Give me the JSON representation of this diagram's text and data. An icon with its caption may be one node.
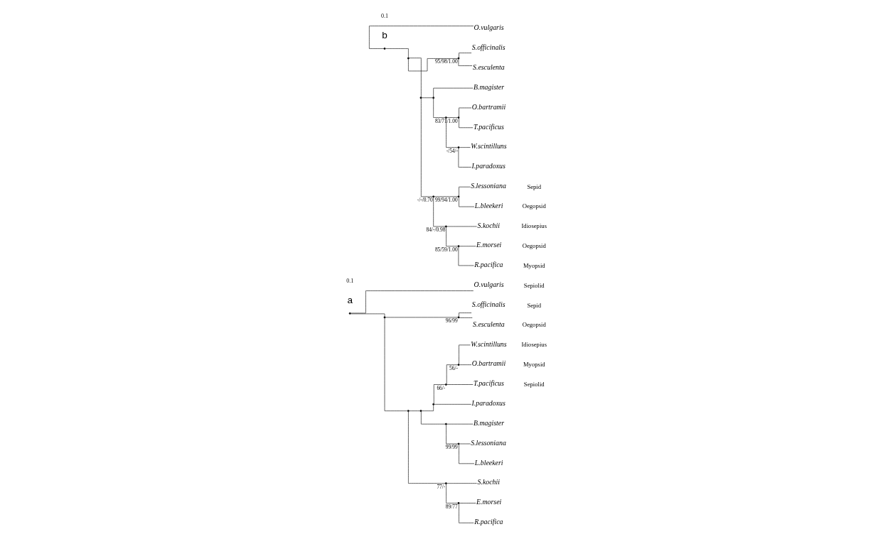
{
  "diagram": {
    "nodes": [
      {
        "text": [],
        "shape": "point"
      },
      {
        "text": [
          "O.vulgaris"
        ]
      },
      {
        "text": [],
        "shape": "point"
      },
      {
        "text": [],
        "shape": "point",
        "beside": [
          "96/99"
        ]
      },
      {
        "text": [
          "S.officinalis"
        ]
      },
      {
        "text": [
          "S.esculenta"
        ]
      },
      {
        "text": [],
        "shape": "point"
      },
      {
        "text": [],
        "shape": "point"
      },
      {
        "text": [],
        "shape": "point"
      },
      {
        "text": [],
        "shape": "point",
        "beside": [
          "66/-"
        ]
      },
      {
        "text": [],
        "shape": "point",
        "beside": [
          "56/-"
        ]
      },
      {
        "text": [
          "W.scintilluns"
        ]
      },
      {
        "text": [
          "O.bartramii"
        ]
      },
      {
        "text": [
          "T.pacificus"
        ]
      },
      {
        "text": [
          "I.paradoxus"
        ]
      },
      {
        "text": [],
        "shape": "point"
      },
      {
        "text": [
          "B.magister"
        ]
      },
      {
        "text": [],
        "shape": "point",
        "beside": [
          "99/99"
        ]
      },
      {
        "text": [
          "S.lessoniana"
        ]
      },
      {
        "text": [
          "L.bleekeri"
        ]
      },
      {
        "text": [],
        "shape": "point",
        "beside": [
          "77/-"
        ]
      },
      {
        "text": [
          "S.kochii"
        ]
      },
      {
        "text": [],
        "shape": "point",
        "beside": [
          "89/77"
        ]
      },
      {
        "text": [
          "E.morsei"
        ]
      },
      {
        "text": [
          "R.pacifica"
        ]
      },
      {
        "text": [],
        "shape": "point"
      },
      {
        "text": [
          "O.vulgaris"
        ]
      },
      {
        "text": [],
        "shape": "point"
      },
      {
        "text": [],
        "shape": "point",
        "beside": [
          "95/98/1.00"
        ]
      },
      {
        "text": [
          "S.officinalis"
        ]
      },
      {
        "text": [
          "S.esculenta"
        ]
      },
      {
        "text": [],
        "shape": "point"
      },
      {
        "text": [],
        "shape": "point"
      },
      {
        "text": [
          "B.magister"
        ]
      },
      {
        "text": [],
        "shape": "point"
      },
      {
        "text": [],
        "shape": "point",
        "beside": [
          "83/71/1.00"
        ]
      },
      {
        "text": [
          "O.bartramii"
        ]
      },
      {
        "text": [
          "T.pacificus"
        ]
      },
      {
        "text": [],
        "shape": "point",
        "beside": [
          "-/54/-"
        ]
      },
      {
        "text": [
          "W.scintilluns"
        ]
      },
      {
        "text": [
          "I.paradoxus"
        ]
      },
      {
        "text": [],
        "shape": "point",
        "beside": [
          "-/-/0.70"
        ]
      },
      {
        "text": [],
        "shape": "point",
        "beside": [
          "99/94/1.00"
        ]
      },
      {
        "text": [
          "S.lessoniana"
        ]
      },
      {
        "text": [
          "L.bleekeri"
        ]
      },
      {
        "text": [],
        "shape": "point",
        "beside": [
          "84/-/0.98"
        ]
      },
      {
        "text": [
          "S.kochii"
        ]
      },
      {
        "text": [],
        "shape": "point",
        "beside": [
          "85/59/1.00"
        ]
      },
      {
        "text": [
          "E.morsei"
        ]
      },
      {
        "text": [
          "R.pacifica"
        ]
      }
    ],
    "edges": [
      {
        "from": 0,
        "to": 1,
        "arrow": "none"
      },
      {
        "from": 0,
        "to": 2,
        "arrow": "none"
      },
      {
        "from": 2,
        "to": 3,
        "arrow": "none"
      },
      {
        "from": 3,
        "to": 4,
        "arrow": "none"
      },
      {
        "from": 3,
        "to": 5,
        "arrow": "none"
      },
      {
        "from": 2,
        "to": 6,
        "arrow": "none"
      },
      {
        "from": 6,
        "to": 7,
        "arrow": "none"
      },
      {
        "from": 6,
        "to": 20,
        "arrow": "none"
      },
      {
        "from": 7,
        "to": 8,
        "arrow": "none"
      },
      {
        "from": 7,
        "to": 15,
        "arrow": "none"
      },
      {
        "from": 8,
        "to": 9,
        "arrow": "none"
      },
      {
        "from": 8,
        "to": 14,
        "arrow": "none"
      },
      {
        "from": 9,
        "to": 10,
        "arrow": "none"
      },
      {
        "from": 9,
        "to": 13,
        "arrow": "none"
      },
      {
        "from": 10,
        "to": 11,
        "arrow": "none"
      },
      {
        "from": 10,
        "to": 12,
        "arrow": "none"
      },
      {
        "from": 15,
        "to": 16,
        "arrow": "none"
      },
      {
        "from": 15,
        "to": 17,
        "arrow": "none"
      },
      {
        "from": 17,
        "to": 18,
        "arrow": "none"
      },
      {
        "from": 17,
        "to": 19,
        "arrow": "none"
      },
      {
        "from": 20,
        "to": 21,
        "arrow": "none"
      },
      {
        "from": 20,
        "to": 22,
        "arrow": "none"
      },
      {
        "from": 22,
        "to": 23,
        "arrow": "none"
      },
      {
        "from": 22,
        "to": 24,
        "arrow": "none"
      },
      {
        "from": 25,
        "to": 26,
        "arrow": "none"
      },
      {
        "from": 25,
        "to": 27,
        "arrow": "none"
      },
      {
        "from": 27,
        "to": 28,
        "arrow": "none"
      },
      {
        "from": 28,
        "to": 29,
        "arrow": "none"
      },
      {
        "from": 28,
        "to": 30,
        "arrow": "none"
      },
      {
        "from": 27,
        "to": 31,
        "arrow": "none"
      },
      {
        "from": 31,
        "to": 32,
        "arrow": "none"
      },
      {
        "from": 31,
        "to": 41,
        "arrow": "none"
      },
      {
        "from": 32,
        "to": 33,
        "arrow": "none"
      },
      {
        "from": 32,
        "to": 34,
        "arrow": "none"
      },
      {
        "from": 34,
        "to": 35,
        "arrow": "none"
      },
      {
        "from": 34,
        "to": 38,
        "arrow": "none"
      },
      {
        "from": 35,
        "to": 36,
        "arrow": "none"
      },
      {
        "from": 35,
        "to": 37,
        "arrow": "none"
      },
      {
        "from": 38,
        "to": 39,
        "arrow": "none"
      },
      {
        "from": 38,
        "to": 40,
        "arrow": "none"
      },
      {
        "from": 41,
        "to": 42,
        "arrow": "none"
      },
      {
        "from": 41,
        "to": 45,
        "arrow": "none"
      },
      {
        "from": 42,
        "to": 43,
        "arrow": "none"
      },
      {
        "from": 42,
        "to": 44,
        "arrow": "none"
      },
      {
        "from": 45,
        "to": 46,
        "arrow": "none"
      },
      {
        "from": 45,
        "to": 47,
        "arrow": "none"
      },
      {
        "from": 47,
        "to": 48,
        "arrow": "none"
      },
      {
        "from": 47,
        "to": 49,
        "arrow": "none"
      }
    ],
    "labels": [
      "a",
      "0.1",
      "Sepid",
      "Oegopsid",
      "Idiosepius",
      "Oegopsid",
      "Myopsid",
      "Sepiolid",
      "b",
      "0.1",
      "Sepid",
      "Oegopsid",
      "Idiosepius",
      "Myopsid",
      "Sepiolid"
    ]
  }
}
